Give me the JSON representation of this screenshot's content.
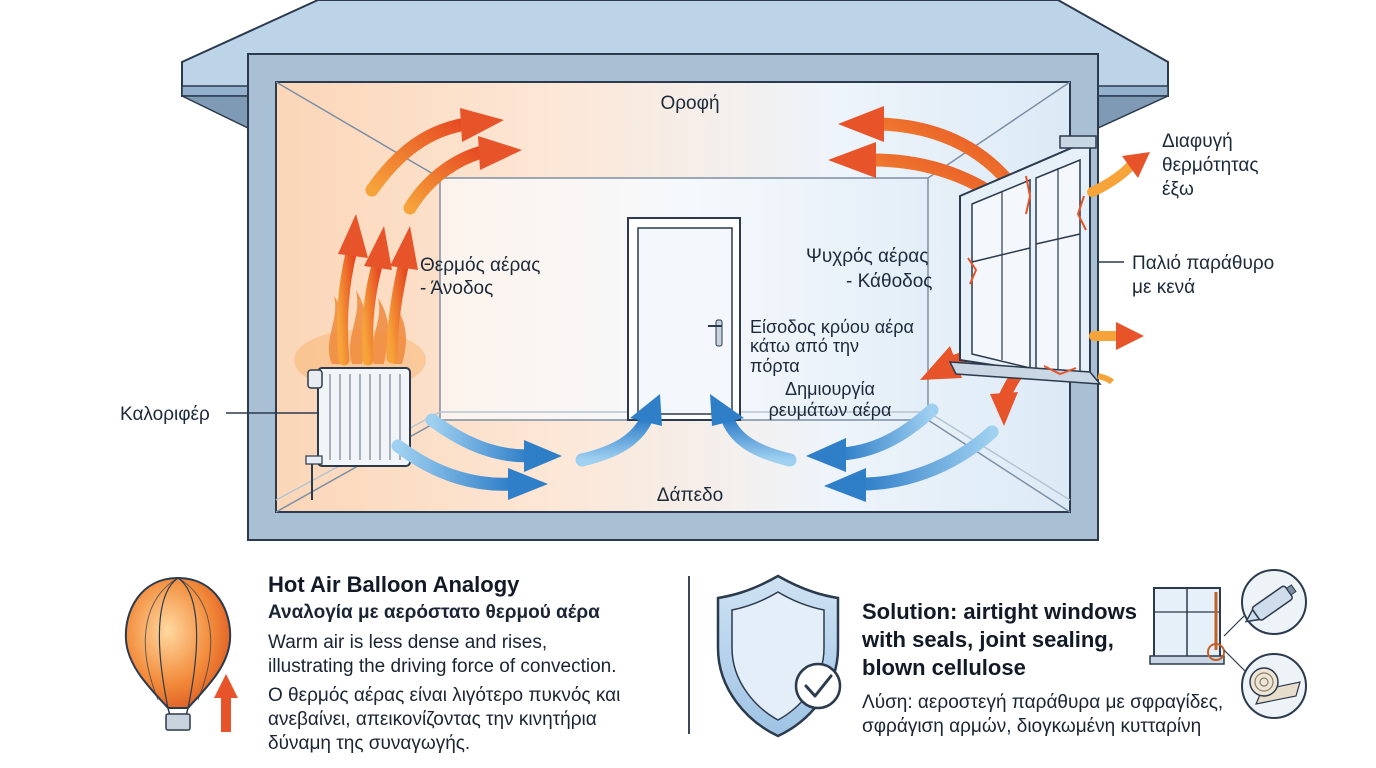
{
  "labels": {
    "ceiling": "Οροφή",
    "floor": "Δάπεδο",
    "hot_air_line1": "Θερμός αέρας",
    "hot_air_line2": "- Άνοδος",
    "cold_air_line1": "Ψυχρός αέρας",
    "cold_air_line2": "- Κάθοδος",
    "radiator": "Καλοριφέρ",
    "door_entry_line1": "Είσοδος κρύου αέρα",
    "door_entry_line2": "κάτω από την",
    "door_entry_line3": "πόρτα",
    "currents_line1": "Δημιουργία",
    "currents_line2": "ρευμάτων αέρα",
    "heat_escape_line1": "Διαφυγή",
    "heat_escape_line2": "θερμότητας",
    "heat_escape_line3": "έξω",
    "old_window_line1": "Παλιό παράθυρο",
    "old_window_line2": "με κενά"
  },
  "analogy": {
    "title": "Hot Air Balloon Analogy",
    "subtitle": "Αναλογία με αερόστατο θερμού αέρα",
    "en_line1": "Warm air is less dense and rises,",
    "en_line2": "illustrating the driving force of convection.",
    "el_line1": "Ο θερμός αέρας είναι λιγότερο πυκνός και",
    "el_line2": "ανεβαίνει, απεικονίζοντας την κινητήρια",
    "el_line3": "δύναμη της συναγωγής."
  },
  "solution": {
    "title_line1": "Solution: airtight windows",
    "title_line2": "with seals, joint sealing,",
    "title_line3": "blown cellulose",
    "el_line1": "Λύση: αεροστεγή παράθυρα με σφραγίδες,",
    "el_line2": "σφράγιση αρμών, διογκωμένη κυτταρίνη"
  },
  "colors": {
    "warm": "#e8542a",
    "warm_light": "#f6a33a",
    "cold": "#2f7ec8",
    "cold_light": "#8fc4ea",
    "house_wall": "#a9bfd3",
    "roof": "#bcd3e8",
    "outline": "#2b3a4d"
  },
  "icons": [
    "radiator-icon",
    "door-icon",
    "window-icon",
    "balloon-icon",
    "shield-check-icon",
    "caulk-tube-icon",
    "insulation-roll-icon"
  ]
}
